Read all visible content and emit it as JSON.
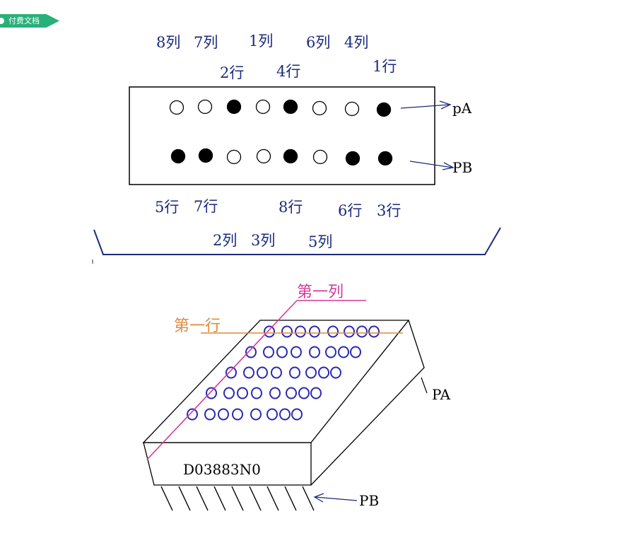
{
  "badge": {
    "text": "付费文档"
  },
  "top_diagram": {
    "col_labels_top": [
      "8列",
      "7列",
      "1列",
      "6列",
      "4列"
    ],
    "row_labels_top": [
      "2行",
      "4行",
      "1行"
    ],
    "row_labels_bottom": [
      "5行",
      "7行",
      "8行",
      "6行",
      "3行"
    ],
    "col_labels_bottom": [
      "2列",
      "3列",
      "5列"
    ],
    "pin_labels": [
      "pA",
      "PB"
    ],
    "pa_pins_filled": [
      false,
      false,
      true,
      false,
      true,
      false,
      false,
      true
    ],
    "pb_pins_filled": [
      true,
      true,
      false,
      false,
      true,
      false,
      true,
      true
    ]
  },
  "bottom_diagram": {
    "first_column_label": "第一列",
    "first_row_label": "第一行",
    "part_number": "D03883N0",
    "pa_label": "PA",
    "pb_label": "PB",
    "colors": {
      "first_column": "#d23a9a",
      "first_row": "#e08a3a",
      "led": "#2a2ab0",
      "text": "#1c2a7a"
    }
  }
}
